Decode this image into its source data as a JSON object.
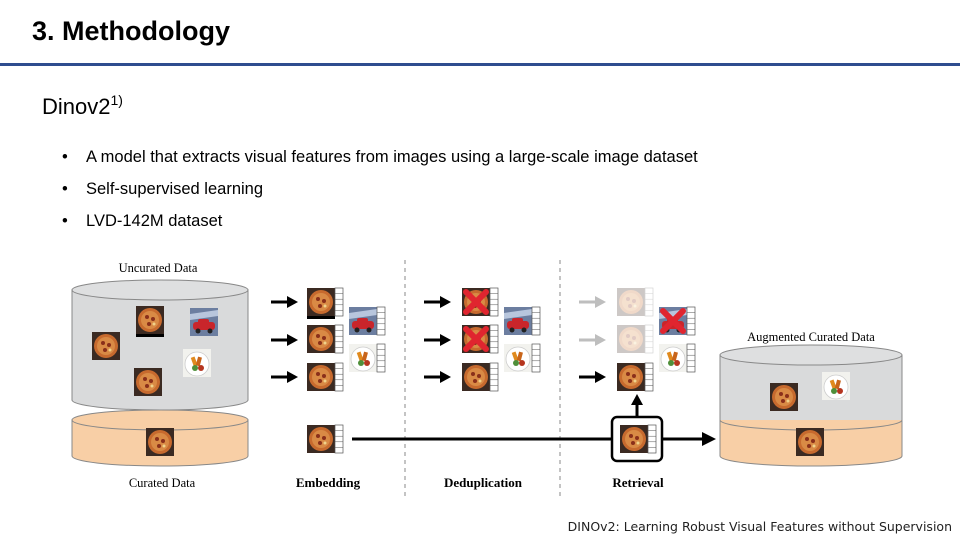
{
  "slide": {
    "title": "3. Methodology",
    "subtitle": "Dinov2",
    "subtitle_ref": "1)",
    "bullets": [
      "A model that extracts visual features from images using a large-scale image dataset",
      "Self-supervised learning",
      "LVD-142M dataset"
    ],
    "footer": "DINOv2: Learning Robust Visual Features without Supervision"
  },
  "diagram": {
    "uncurated_label": "Uncurated Data",
    "curated_label": "Curated Data",
    "augmented_label": "Augmented Curated Data",
    "stages": [
      "Embedding",
      "Deduplication",
      "Retrieval"
    ]
  },
  "colors": {
    "rule": "#2e4d8f",
    "cylinder_gray": "#d9dadb",
    "cylinder_orange": "#f8cfa6",
    "cross_red": "#e0252f"
  },
  "icons": [
    "pizza-image",
    "car-image",
    "food-plate-image",
    "embedding-vector-icon",
    "red-x-icon",
    "arrow-icon"
  ]
}
